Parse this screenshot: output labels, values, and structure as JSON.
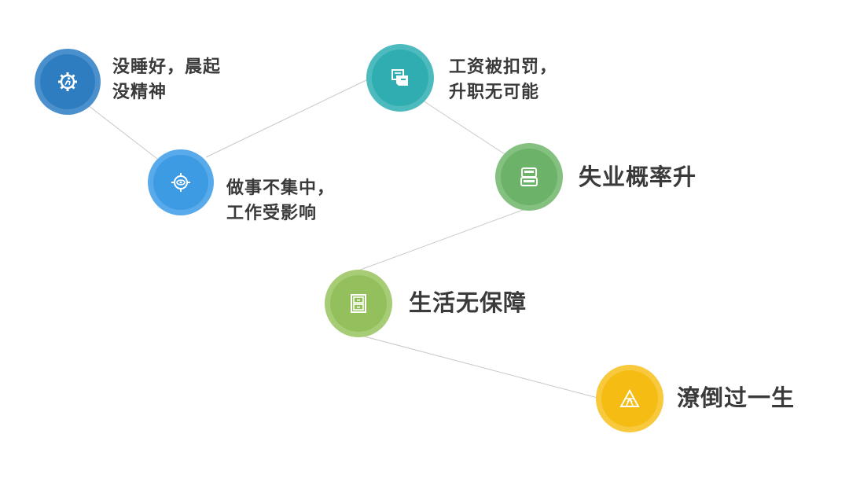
{
  "diagram": {
    "type": "cause-effect chain",
    "nodes": [
      {
        "id": "n1",
        "lines": [
          "没睡好，晨起",
          "没精神"
        ],
        "icon": "gear-person-icon",
        "color": "#2f7dc1",
        "color_outer": "#4a90cc"
      },
      {
        "id": "n2",
        "lines": [
          "做事不集中，",
          "工作受影响"
        ],
        "icon": "target-eye-icon",
        "color": "#3d9be3",
        "color_outer": "#59aaea"
      },
      {
        "id": "n3",
        "lines": [
          "工资被扣罚，",
          "升职无可能"
        ],
        "icon": "documents-icon",
        "color": "#2fadb0",
        "color_outer": "#4dbabd"
      },
      {
        "id": "n4",
        "lines": [
          "失业概率升"
        ],
        "icon": "printer-icon",
        "color": "#6cb268",
        "color_outer": "#84c080"
      },
      {
        "id": "n5",
        "lines": [
          "生活无保障"
        ],
        "icon": "cabinet-icon",
        "color": "#93c05c",
        "color_outer": "#a6cc75"
      },
      {
        "id": "n6",
        "lines": [
          "潦倒过一生"
        ],
        "icon": "triangle-icon",
        "color": "#f5bc14",
        "color_outer": "#f8c93c"
      }
    ],
    "edges": [
      [
        "n1",
        "n2"
      ],
      [
        "n2",
        "n3"
      ],
      [
        "n3",
        "n4"
      ],
      [
        "n4",
        "n5"
      ],
      [
        "n5",
        "n6"
      ]
    ],
    "line_color": "#c8c8c8"
  }
}
